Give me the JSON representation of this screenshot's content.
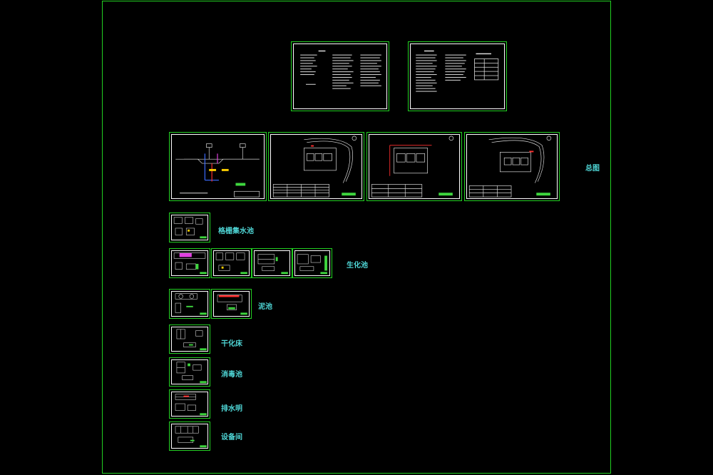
{
  "colors": {
    "background": "#000000",
    "frame": "#22d022",
    "sheet_border": "#ffffff",
    "label": "#4fd6d6",
    "accent_blue": "#3b6cff",
    "accent_magenta": "#e040e0",
    "accent_red": "#ff3030",
    "accent_yellow": "#ffd000"
  },
  "labels": {
    "general": "总图",
    "grille_well": "格栅集水池",
    "biochem": "生化池",
    "sludge": "泥池",
    "dryer": "干化床",
    "disinfect": "消毒池",
    "outfall": "排水明",
    "equipment": "设备间"
  }
}
